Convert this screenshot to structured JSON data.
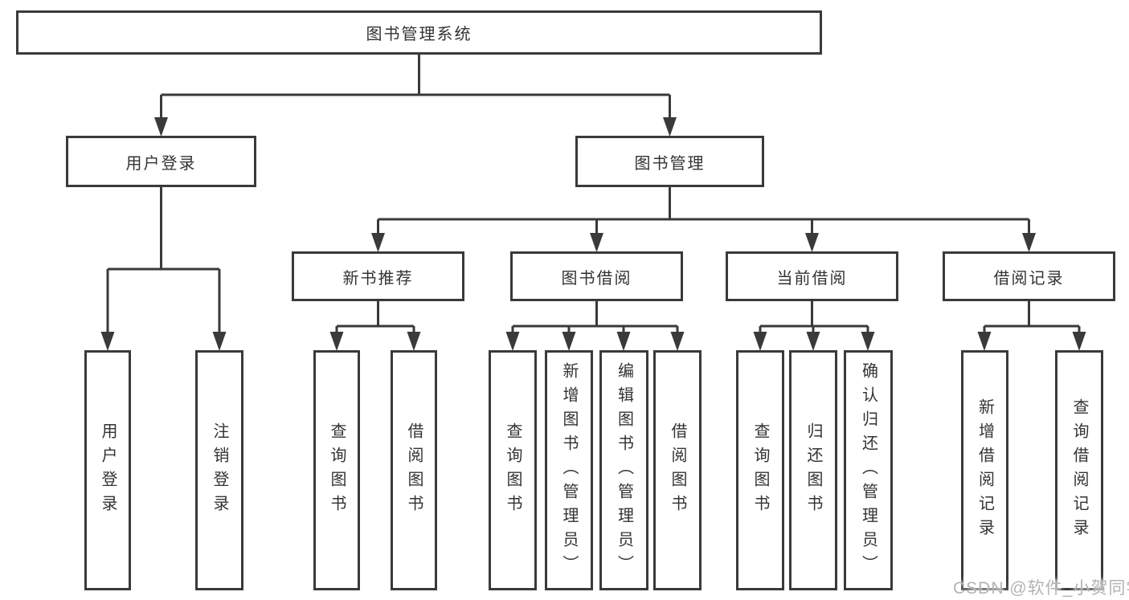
{
  "tree": {
    "root": "图书管理系统",
    "branches": [
      {
        "label": "用户登录",
        "children": [
          "用户登录",
          "注销登录"
        ]
      },
      {
        "label": "图书管理",
        "groups": [
          {
            "label": "新书推荐",
            "children": [
              "查询图书",
              "借阅图书"
            ]
          },
          {
            "label": "图书借阅",
            "children": [
              "查询图书",
              "新增图书（管理员）",
              "编辑图书（管理员）",
              "借阅图书"
            ]
          },
          {
            "label": "当前借阅",
            "children": [
              "查询图书",
              "归还图书",
              "确认归还（管理员）"
            ]
          },
          {
            "label": "借阅记录",
            "children": [
              "新增借阅记录",
              "查询借阅记录"
            ]
          }
        ]
      }
    ]
  },
  "watermark": "CSDN @软件_小贺同学",
  "colors": {
    "line": "#3a3a3a",
    "text": "#333333",
    "watermark": "#b3b3b3",
    "background": "#ffffff"
  }
}
